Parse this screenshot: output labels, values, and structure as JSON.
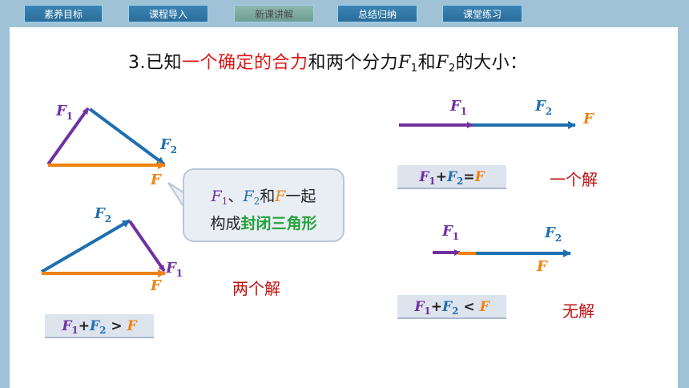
{
  "nav": {
    "tabs": [
      {
        "label": "素养目标",
        "active": false
      },
      {
        "label": "课程导入",
        "active": false
      },
      {
        "label": "新课讲解",
        "active": true
      },
      {
        "label": "总结归纳",
        "active": false
      },
      {
        "label": "课堂练习",
        "active": false
      }
    ]
  },
  "title": {
    "prefix": "3.已知",
    "highlight": "一个确定的合力",
    "middle": "和两个分力",
    "f1": "F",
    "f1_sub": "1",
    "and": "和",
    "f2": "F",
    "f2_sub": "2",
    "suffix": "的大小："
  },
  "labels": {
    "F": "F",
    "sub1": "1",
    "sub2": "2"
  },
  "bubble": {
    "sep": "、",
    "and": "和",
    "together": "一起",
    "form": "构成",
    "closed_triangle": "封闭三角形"
  },
  "formulas": {
    "gt": ">",
    "eq": "=",
    "lt": "<",
    "plus": "+"
  },
  "captions": {
    "two_solutions": "两个解",
    "one_solution": "一个解",
    "no_solution": "无解"
  },
  "colors": {
    "purple": "#7030a0",
    "blue": "#1f6fb0",
    "orange": "#f0820f",
    "red": "#e01818",
    "green": "#23a23a"
  }
}
